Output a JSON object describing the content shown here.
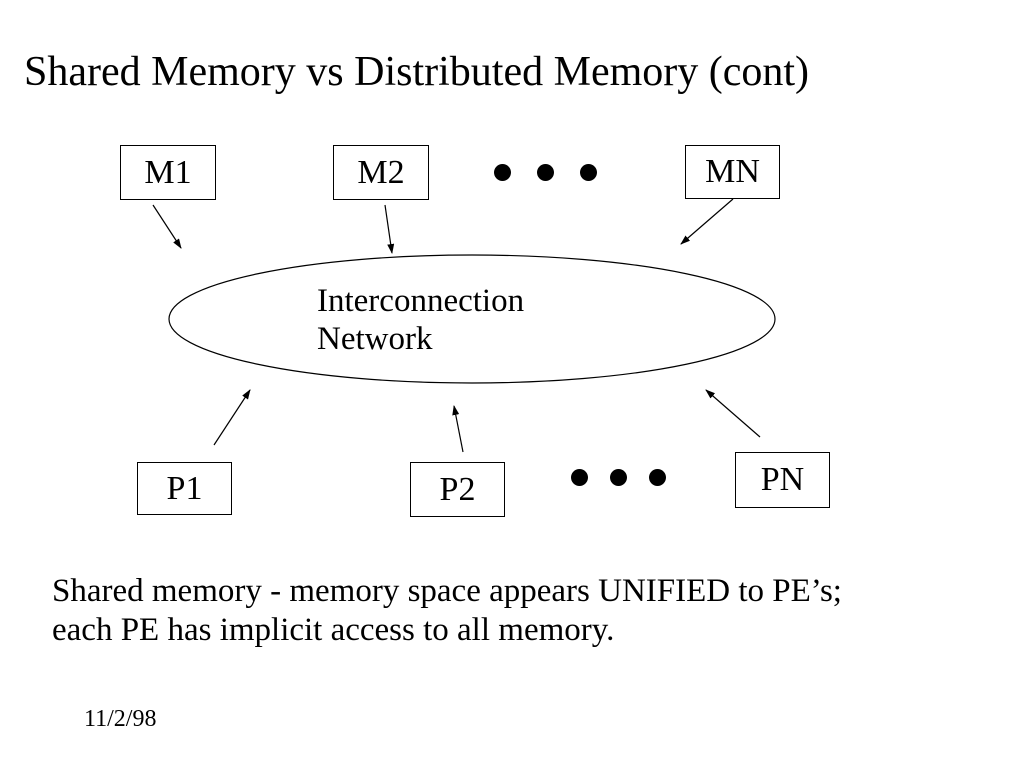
{
  "slide": {
    "title": "Shared Memory vs Distributed Memory (cont)",
    "body_lines": [
      "Shared memory - memory space appears UNIFIED to PE’s;",
      "each PE has implicit access to all memory."
    ],
    "footer_date": "11/2/98",
    "colors": {
      "background": "#ffffff",
      "ink": "#000000"
    },
    "diagram": {
      "memory_boxes": [
        {
          "label": "M1"
        },
        {
          "label": "M2"
        },
        {
          "label": "MN"
        }
      ],
      "processor_boxes": [
        {
          "label": "P1"
        },
        {
          "label": "P2"
        },
        {
          "label": "PN"
        }
      ],
      "network_label_lines": [
        "Interconnection",
        "Network"
      ],
      "edges": [
        {
          "from": "M1",
          "to": "network"
        },
        {
          "from": "M2",
          "to": "network"
        },
        {
          "from": "MN",
          "to": "network"
        },
        {
          "from": "P1",
          "to": "network"
        },
        {
          "from": "P2",
          "to": "network"
        },
        {
          "from": "PN",
          "to": "network"
        }
      ],
      "ellipsis_rows": [
        {
          "between": "M2-MN",
          "dot_count": 3
        },
        {
          "between": "P2-PN",
          "dot_count": 3
        }
      ]
    }
  }
}
